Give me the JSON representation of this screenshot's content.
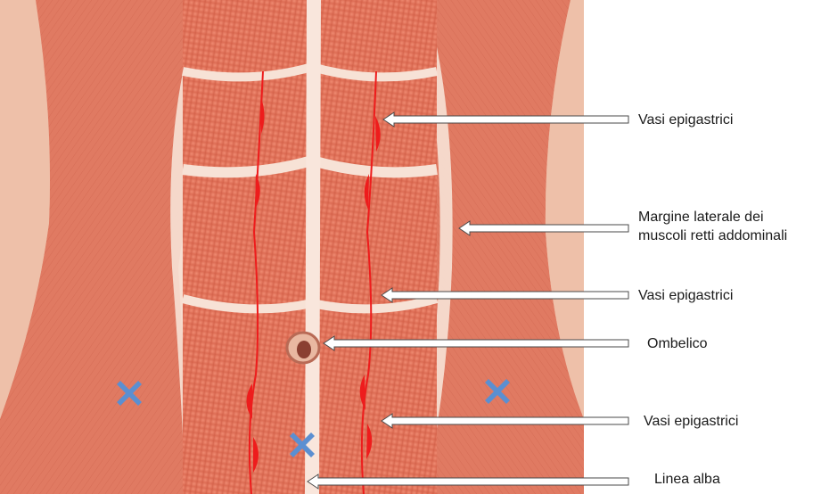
{
  "labels": {
    "epigastric_top": "Vasi epigastrici",
    "lateral_margin_line1": "Margine laterale dei",
    "lateral_margin_line2": "muscoli retti addominali",
    "epigastric_mid": "Vasi epigastrici",
    "umbilicus": "Ombelico",
    "epigastric_low": "Vasi epigastrici",
    "linea_alba": "Linea alba"
  },
  "markers": {
    "icon": "x-mark-icon",
    "count": 3
  },
  "colors": {
    "muscle": "#e8826a",
    "muscle_dark": "#c85a44",
    "tendon": "#f6d9cc",
    "skin": "#f1c3ad",
    "vessel": "#ee1c1c",
    "marker": "#5b8fd1",
    "arrow_stroke": "#4a4a4a"
  }
}
